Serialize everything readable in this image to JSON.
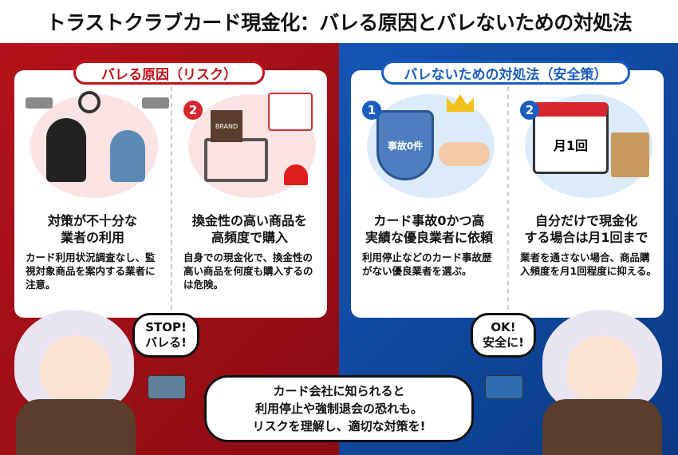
{
  "title": "トラストクラブカード現金化：バレる原因とバレないための対処法",
  "left": {
    "header": "バレる原因（リスク）",
    "items": [
      {
        "number": "",
        "heading": "対策が不十分な\n業者の利用",
        "text": "カード利用状況調査なし、監視対象商品を案内する業者に注意。",
        "icon": "hooded-dealer-with-cameras"
      },
      {
        "number": "2",
        "heading": "換金性の高い商品を\n高頻度で購入",
        "text": "自身での現金化で、換金性の高い商品を何度も購入するのは危険。",
        "icon": "shopping-cart-with-alarm",
        "bag_label": "BRAND"
      }
    ]
  },
  "right": {
    "header": "バレないための対処法（安全策）",
    "items": [
      {
        "number": "1",
        "heading": "カード事故0かつ高\n実績な優良業者に依頼",
        "text": "利用停止などのカード事故歴がない優良業者を選ぶ。",
        "icon": "shield-handshake",
        "shield_label": "事故0件"
      },
      {
        "number": "2",
        "heading": "自分だけで現金化\nする場合は月1回まで",
        "text": "業者を通さない場合、商品購入頻度を月1回程度に抑える。",
        "icon": "calendar-bag",
        "calendar_label": "月1回"
      }
    ]
  },
  "bubbles": {
    "stop": "STOP!\nバレる!",
    "ok": "OK!\n安全に!",
    "bottom": "カード会社に知られると\n利用停止や強制退会の恐れも。\nリスクを理解し、適切な対策を!"
  },
  "colors": {
    "red": "#c0141c",
    "blue": "#1a5dc0"
  }
}
